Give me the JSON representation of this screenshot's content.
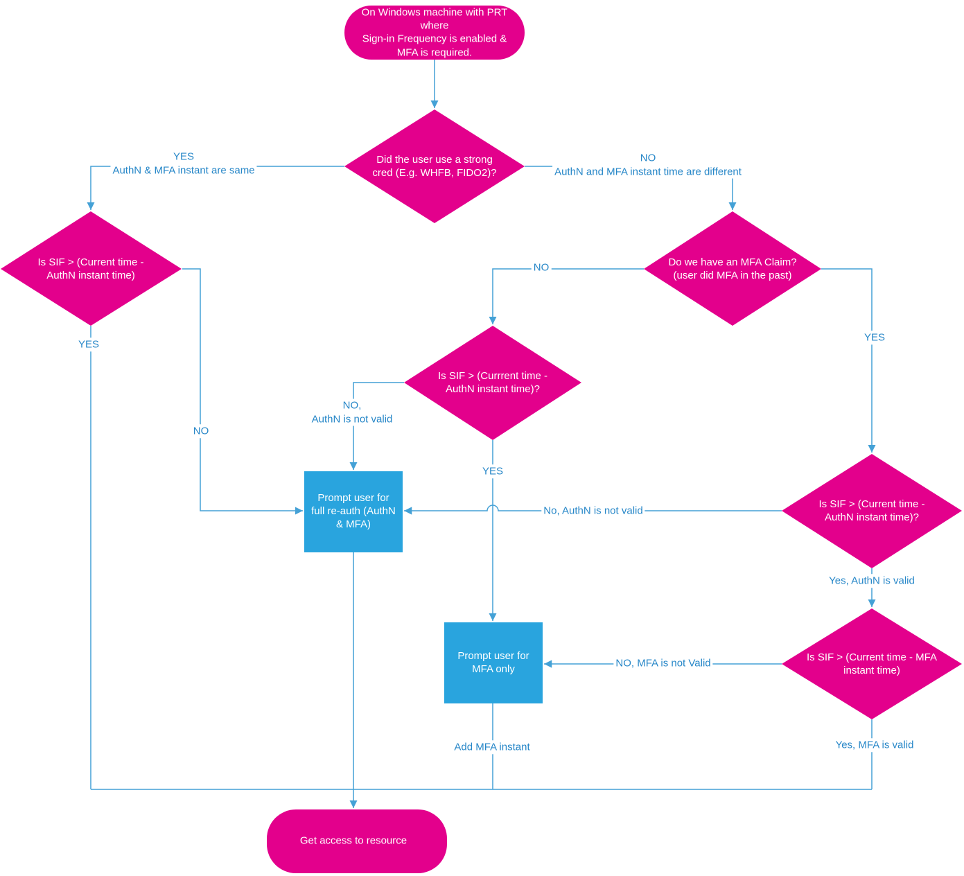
{
  "colors": {
    "shape_pink": "#e3008c",
    "box_blue": "#29a4de",
    "line_blue": "#44a1d6",
    "label_blue": "#2787c8",
    "background": "#ffffff"
  },
  "nodes": {
    "start": {
      "text": "On Windows machine with PRT\nwhere\nSign-in Frequency is enabled &\nMFA is required."
    },
    "decision_strong_cred": {
      "text": "Did the user use a strong\ncred (E.g. WHFB, FIDO2)?"
    },
    "decision_sif_authn_left": {
      "text": "Is SIF > (Current time -\nAuthN instant time)"
    },
    "decision_mfa_claim": {
      "text": "Do we have an MFA Claim?\n(user did MFA in the past)"
    },
    "decision_sif_authn_mid": {
      "text": "Is SIF > (Currrent time -\nAuthN instant time)?"
    },
    "decision_sif_authn_right": {
      "text": "Is SIF > (Current time -\nAuthN instant time)?"
    },
    "decision_sif_mfa": {
      "text": "Is SIF > (Current time - MFA\ninstant time)"
    },
    "action_full_reauth": {
      "text": "Prompt user for\nfull re-auth (AuthN\n& MFA)"
    },
    "action_mfa_only": {
      "text": "Prompt user for\nMFA only"
    },
    "end": {
      "text": "Get access to resource"
    }
  },
  "edge_labels": {
    "yes_same": "YES\nAuthN & MFA instant are same",
    "no_different": "NO\nAuthN and MFA instant time are different",
    "left_yes": "YES",
    "left_no": "NO",
    "claim_no": "NO",
    "claim_yes": "YES",
    "mid_no_invalid": "NO,\nAuthN is not valid",
    "mid_yes": "YES",
    "right_no_invalid": "No, AuthN is not valid",
    "right_yes_valid": "Yes, AuthN is valid",
    "mfa_no_invalid": "NO, MFA is not Valid",
    "mfa_yes_valid": "Yes, MFA is valid",
    "add_mfa_instant": "Add MFA instant"
  }
}
